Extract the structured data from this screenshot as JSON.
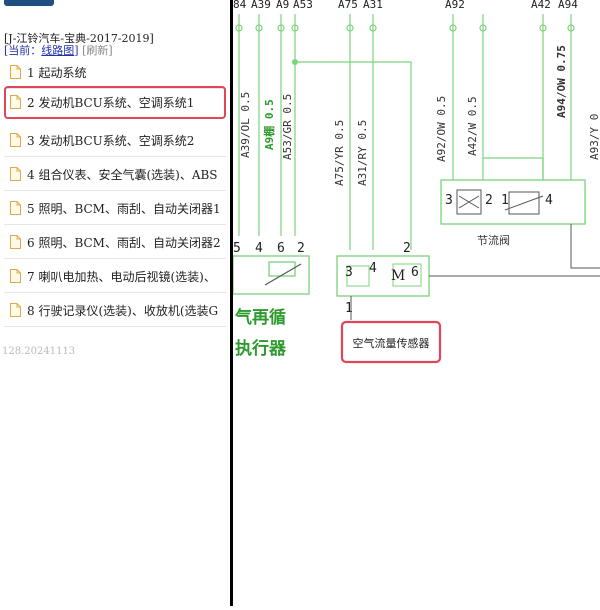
{
  "sidebar": {
    "breadcrumb": "[J-江铃汽车-宝典-2017-2019]",
    "current_label": "[当前：",
    "current_link": "线路图",
    "current_close": "]",
    "refresh": "[刷新]",
    "version": "128.20241113",
    "items": [
      {
        "label": "1 起动系统"
      },
      {
        "label": "2 发动机BCU系统、空调系统1"
      },
      {
        "label": "3 发动机BCU系统、空调系统2"
      },
      {
        "label": "4 组合仪表、安全气囊(选装)、ABS"
      },
      {
        "label": "5 照明、BCM、雨刮、自动关闭器1"
      },
      {
        "label": "6 照明、BCM、雨刮、自动关闭器2"
      },
      {
        "label": "7 喇叭电加热、电动后视镜(选装)、"
      },
      {
        "label": "8 行驶记录仪(选装)、收放机(选装G"
      }
    ]
  },
  "diagram": {
    "top_labels": [
      "A39",
      "A9",
      "A53",
      "A75",
      "A31",
      "A92",
      "A42",
      "A94"
    ],
    "top_left_partial": "84",
    "wire_labels": [
      "A39/OL 0.5",
      "A9棚 0.5",
      "A53/GR 0.5",
      "A75/YR 0.5",
      "A31/RY 0.5",
      "A92/OW 0.5",
      "A42/W 0.5",
      "A94/OW 0.75",
      "A93/Y 0"
    ],
    "pins_left": [
      "5",
      "4",
      "6",
      "2"
    ],
    "pins_mid": [
      "3",
      "4",
      "2",
      "6",
      "1"
    ],
    "pins_valve": [
      "3",
      "2",
      "1",
      "4"
    ],
    "motor_symbol": "M",
    "egr_label_1": "气再循",
    "egr_label_2": "执行器",
    "valve_label": "节流阀",
    "sensor_label": "空气流量传感器"
  }
}
